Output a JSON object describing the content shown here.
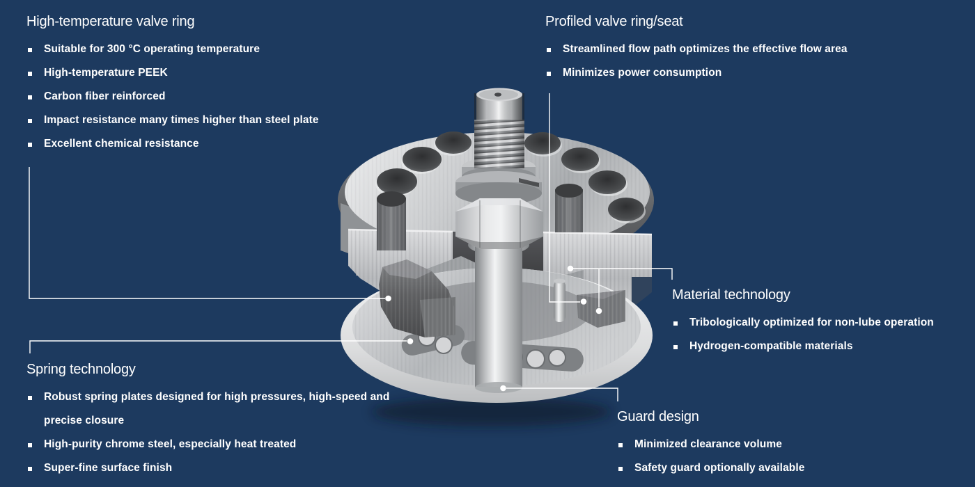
{
  "colors": {
    "background": "#1d3a5f",
    "text": "#ffffff",
    "callout_line": "#ffffff"
  },
  "illustration": {
    "name": "compressor-valve-cutaway-render",
    "description": "3D cutaway rendering of a compressor valve with threaded center bolt, hex nut, perforated cover disc, dark valve ring segment and perforated seat plate"
  },
  "callouts": [
    {
      "title": "High-temperature valve ring",
      "items": [
        "Suitable for 300 °C operating temperature",
        "High-temperature PEEK",
        "Carbon fiber reinforced",
        "Impact resistance many times higher than steel plate",
        "Excellent chemical resistance"
      ]
    },
    {
      "title": "Profiled valve ring/seat",
      "items": [
        "Streamlined flow path optimizes the effective flow area",
        "Minimizes power consumption"
      ]
    },
    {
      "title": "Material technology",
      "items": [
        "Tribologically optimized for non-lube operation",
        "Hydrogen-compatible materials"
      ]
    },
    {
      "title": "Spring technology",
      "items": [
        "Robust spring plates designed for high pressures,  high-speed and precise closure",
        "High-purity chrome steel, especially heat treated",
        "Super-fine surface finish"
      ]
    },
    {
      "title": "Guard design",
      "items": [
        "Minimized clearance volume",
        "Safety guard optionally available"
      ]
    }
  ]
}
